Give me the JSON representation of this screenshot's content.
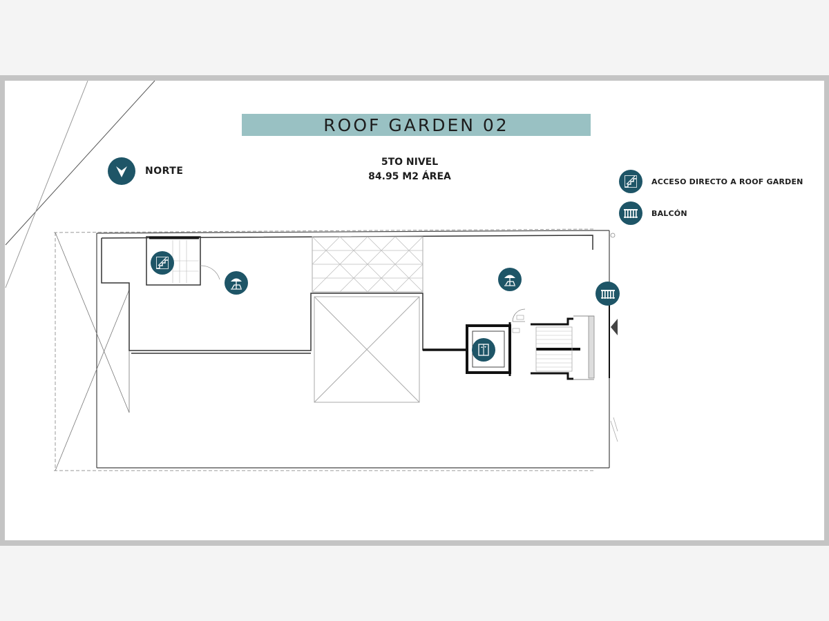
{
  "title": "ROOF GARDEN 02",
  "level": "5TO NIVEL",
  "area": "84.95 M2 ÁREA",
  "north_label": "NORTE",
  "legend": [
    {
      "label": "ACCESO DIRECTO A ROOF GARDEN",
      "icon": "stairs-icon"
    },
    {
      "label": "BALCÓN",
      "icon": "railing-icon"
    }
  ],
  "markers": [
    {
      "icon": "stairs-icon"
    },
    {
      "icon": "umbrella-lounger-icon"
    },
    {
      "icon": "umbrella-lounger-icon"
    },
    {
      "icon": "railing-icon"
    },
    {
      "icon": "elevator-icon"
    }
  ],
  "colors": {
    "accent": "#1e5567",
    "title_band": "#99c1c3",
    "frame": "#c4c4c4"
  }
}
